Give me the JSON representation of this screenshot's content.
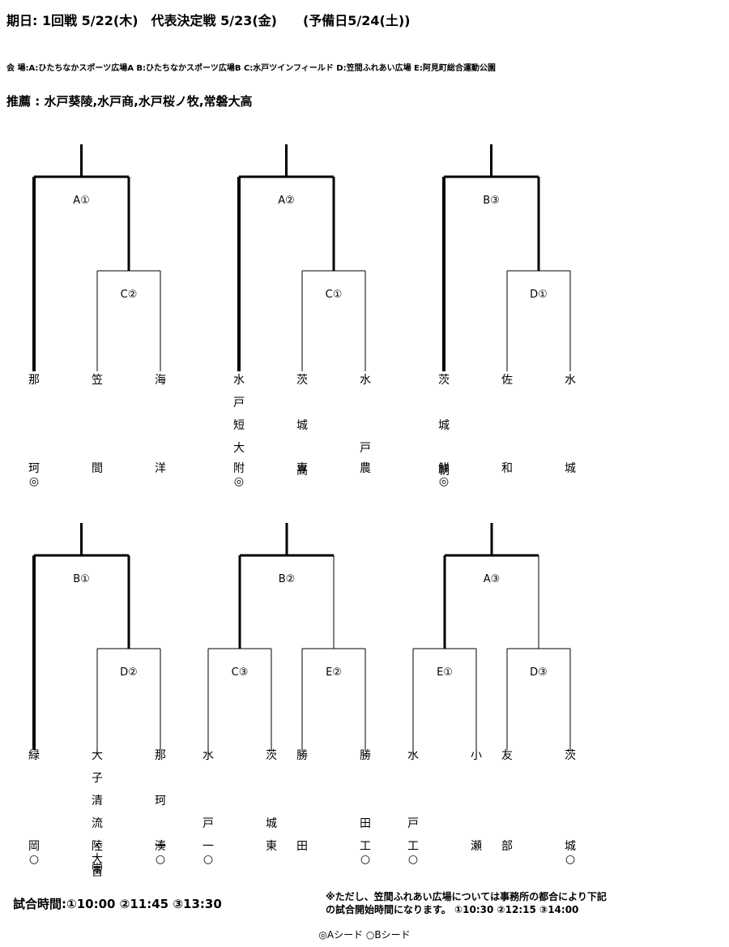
{
  "header": {
    "schedule": "期日: 1回戦 5/22(木)　代表決定戦 5/23(金)　　(予備日5/24(土))",
    "venues": "会 場:A:ひたちなかスポーツ広場A B:ひたちなかスポーツ広場B C:水戸ツインフィールド D:笠間ふれあい広場 E:阿見町総合運動公園",
    "recommended": "推薦 : 水戸葵陵,水戸商,水戸桜ノ牧,常磐大高"
  },
  "brackets": [
    {
      "final": "A①",
      "semis": [
        {
          "label": "C②"
        }
      ],
      "teams": [
        {
          "name": [
            "那"
          ],
          "tail": [
            "珂",
            "◎"
          ]
        },
        {
          "name": [
            "笠"
          ],
          "tail": [
            "間"
          ]
        },
        {
          "name": [
            "海"
          ],
          "tail": [
            "洋"
          ]
        }
      ]
    },
    {
      "final": "A②",
      "semis": [
        {
          "label": "C①"
        }
      ],
      "teams": [
        {
          "name": [
            "水",
            "戸",
            "短",
            "大"
          ],
          "tail": [
            "附",
            "◎"
          ]
        },
        {
          "name": [
            "茨",
            "",
            "城",
            "",
            "高"
          ],
          "tail": [
            "専"
          ]
        },
        {
          "name": [
            "水",
            "",
            "",
            "戸"
          ],
          "tail": [
            "農"
          ]
        }
      ]
    },
    {
      "final": "B③",
      "semis": [
        {
          "label": "D①"
        }
      ],
      "teams": [
        {
          "name": [
            "茨",
            "",
            "城",
            "",
            "朝"
          ],
          "tail": [
            "鮮",
            "◎"
          ]
        },
        {
          "name": [
            "佐"
          ],
          "tail": [
            "和"
          ]
        },
        {
          "name": [
            "水"
          ],
          "tail": [
            "城"
          ]
        }
      ]
    },
    {
      "final": "B①",
      "semis": [
        {
          "label": "D②"
        }
      ],
      "teams": [
        {
          "name": [
            "緑"
          ],
          "tail": [
            "岡",
            "○"
          ]
        },
        {
          "name": [
            "大",
            "子",
            "清",
            "流",
            "・",
            "常"
          ],
          "tail": [
            "陸",
            "大",
            "宮"
          ]
        },
        {
          "name": [
            "那",
            "",
            "珂",
            "",
            "湊"
          ],
          "tail": [
            "一",
            "○"
          ]
        }
      ]
    },
    {
      "final": "B②",
      "semis": [
        {
          "label": "C③"
        },
        {
          "label": "E②"
        }
      ],
      "teams": [
        {
          "name": [
            "水",
            "",
            "",
            "戸"
          ],
          "tail": [
            "一",
            "○"
          ]
        },
        {
          "name": [
            "茨",
            "",
            "",
            "城"
          ],
          "tail": [
            "東"
          ]
        },
        {
          "name": [
            "勝"
          ],
          "tail": [
            "田"
          ]
        },
        {
          "name": [
            "勝",
            "",
            "",
            "田"
          ],
          "tail": [
            "工",
            "○"
          ]
        }
      ]
    },
    {
      "final": "A③",
      "semis": [
        {
          "label": "E①"
        },
        {
          "label": "D③"
        }
      ],
      "teams": [
        {
          "name": [
            "水",
            "",
            "",
            "戸"
          ],
          "tail": [
            "工",
            "○"
          ]
        },
        {
          "name": [
            "小"
          ],
          "tail": [
            "瀬"
          ]
        },
        {
          "name": [
            "友"
          ],
          "tail": [
            "部"
          ]
        },
        {
          "name": [
            "茨"
          ],
          "tail": [
            "城",
            "○"
          ]
        }
      ]
    }
  ],
  "footer": {
    "times": "試合時間:①10:00 ②11:45 ③13:30",
    "note_line1": "※ただし、笠間ふれあい広場については事務所の都合により下記",
    "note_line2": "の試合開始時間になります。 ①10:30 ②12:15 ③14:00",
    "legend": "◎Aシード ○Bシード"
  }
}
